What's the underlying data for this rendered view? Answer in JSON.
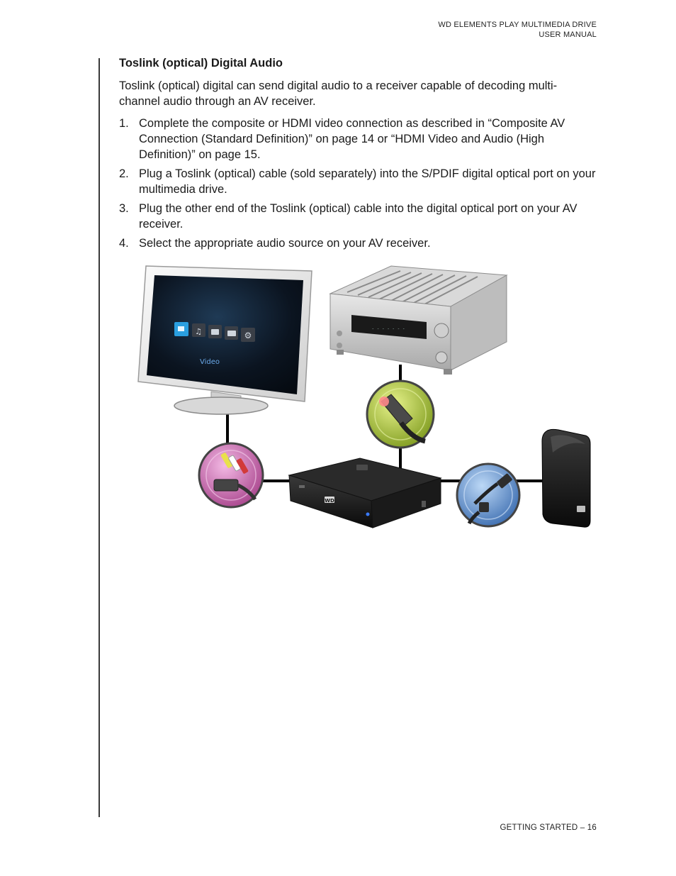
{
  "header": {
    "line1": "WD ELEMENTS PLAY MULTIMEDIA DRIVE",
    "line2": "USER MANUAL"
  },
  "section": {
    "title": "Toslink (optical) Digital Audio",
    "intro": "Toslink (optical) digital can send digital audio to a receiver capable of decoding multi-channel audio through an AV receiver.",
    "steps": [
      {
        "num": "1.",
        "text": "Complete the composite or HDMI video connection as described in “Composite AV Connection (Standard Definition)” on page 14 or “HDMI Video and Audio (High Definition)” on page 15."
      },
      {
        "num": "2.",
        "text": "Plug a Toslink (optical) cable (sold separately) into the S/PDIF digital optical port on your multimedia drive."
      },
      {
        "num": "3.",
        "text": "Plug the other end of the Toslink (optical) cable into the digital optical port on your AV receiver."
      },
      {
        "num": "4.",
        "text": "Select the appropriate audio source on your AV receiver."
      }
    ]
  },
  "figure": {
    "tv_menu_label": "Video",
    "drive_logo": "WD",
    "colors": {
      "composite_badge": "#c65aa8",
      "optical_badge": "#a7c23a",
      "usb_badge": "#5d8fd0",
      "cable": "#000000"
    },
    "icons": [
      "composite-cable-icon",
      "optical-cable-icon",
      "usb-cable-icon"
    ]
  },
  "footer": {
    "text": "GETTING STARTED – 16"
  }
}
